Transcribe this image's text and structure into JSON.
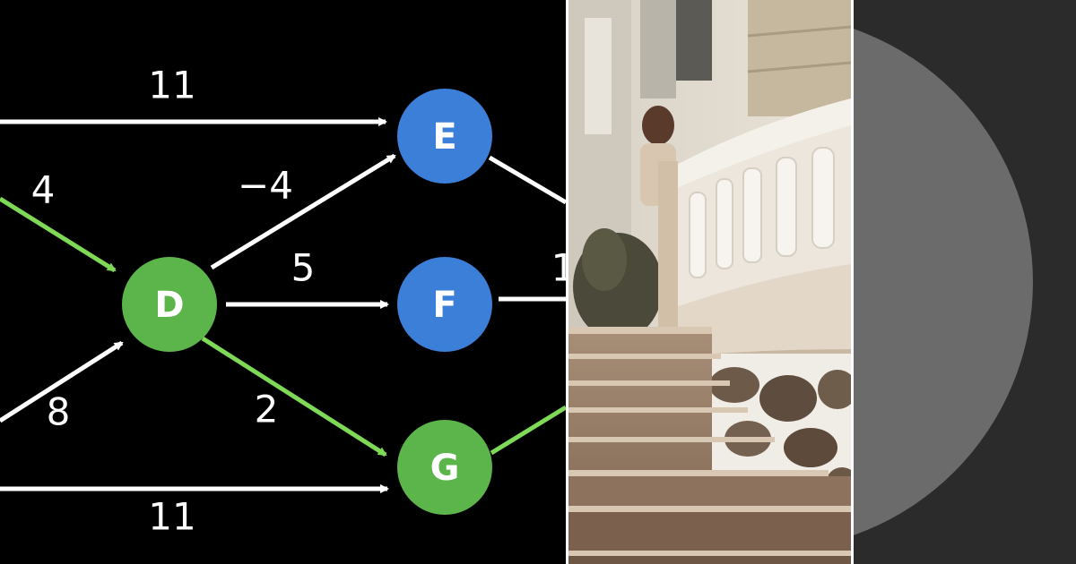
{
  "colors": {
    "background": "#000000",
    "edge_default": "#ffffff",
    "edge_highlight": "#7ed957",
    "node_blue": "#3b7fd8",
    "node_green": "#5cb54a",
    "disc_gray": "#6b6b6b",
    "disc_bg": "#2b2b2b"
  },
  "graph": {
    "nodes": [
      {
        "id": "E",
        "label": "E",
        "color": "blue"
      },
      {
        "id": "D",
        "label": "D",
        "color": "green"
      },
      {
        "id": "F",
        "label": "F",
        "color": "blue"
      },
      {
        "id": "G",
        "label": "G",
        "color": "green"
      }
    ],
    "edges": [
      {
        "id": "in-e",
        "to": "E",
        "weight": "11",
        "highlight": false
      },
      {
        "id": "in-d-top",
        "to": "D",
        "weight": "4",
        "highlight": true
      },
      {
        "id": "in-d-bottom",
        "to": "D",
        "weight": "8",
        "highlight": false
      },
      {
        "id": "d-e",
        "from": "D",
        "to": "E",
        "weight": "−4",
        "highlight": false
      },
      {
        "id": "d-f",
        "from": "D",
        "to": "F",
        "weight": "5",
        "highlight": false
      },
      {
        "id": "d-g",
        "from": "D",
        "to": "G",
        "weight": "2",
        "highlight": true
      },
      {
        "id": "in-g",
        "to": "G",
        "weight": "11",
        "highlight": false
      },
      {
        "id": "f-out",
        "from": "F",
        "weight": "1",
        "highlight": false
      },
      {
        "id": "e-out",
        "from": "E",
        "weight": "",
        "highlight": false
      },
      {
        "id": "g-out",
        "from": "G",
        "weight": "",
        "highlight": true
      }
    ]
  },
  "photo": {
    "icons": [
      "building-icon",
      "staircase-icon",
      "person-icon"
    ]
  }
}
